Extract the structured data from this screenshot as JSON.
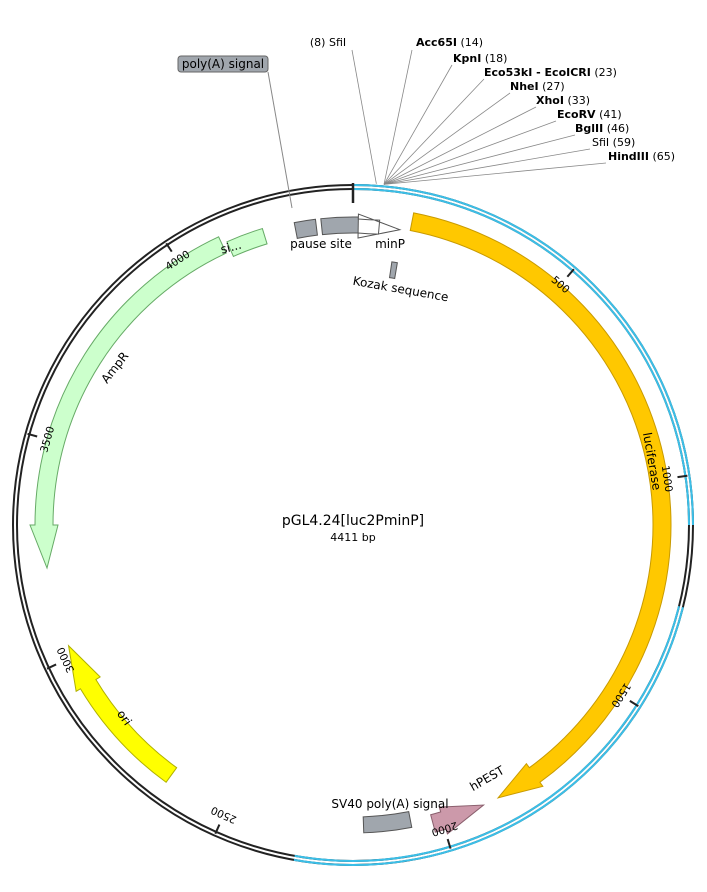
{
  "plasmid": {
    "name": "pGL4.24[luc2PminP]",
    "length_label": "4411 bp",
    "total_bp": 4411
  },
  "colors": {
    "backbone": "#222222",
    "highlight": "#3bbfe8",
    "luciferase": "#ffc800",
    "ampr": "#ccffcc",
    "ori": "#ffff00",
    "hpest": "#cc99aa",
    "grey_feature": "#a0a6ad",
    "leader": "#888888"
  },
  "ticks": [
    {
      "bp": 500,
      "label": "500"
    },
    {
      "bp": 1000,
      "label": "1000"
    },
    {
      "bp": 1500,
      "label": "1500"
    },
    {
      "bp": 2000,
      "label": "2000"
    },
    {
      "bp": 2500,
      "label": "2500"
    },
    {
      "bp": 3000,
      "label": "3000"
    },
    {
      "bp": 3500,
      "label": "3500"
    },
    {
      "bp": 4000,
      "label": "4000"
    }
  ],
  "sites": [
    {
      "name": "SfiI",
      "pos": "(8)",
      "bold": false,
      "bp": 8
    },
    {
      "name": "Acc65I",
      "pos": "(14)",
      "bold": true,
      "bp": 14
    },
    {
      "name": "KpnI",
      "pos": "(18)",
      "bold": true,
      "bp": 18
    },
    {
      "name": "Eco53kI - EcoICRI",
      "pos": "(23)",
      "bold": true,
      "bp": 23
    },
    {
      "name": "NheI",
      "pos": "(27)",
      "bold": true,
      "bp": 27
    },
    {
      "name": "XhoI",
      "pos": "(33)",
      "bold": true,
      "bp": 33
    },
    {
      "name": "EcoRV",
      "pos": "(41)",
      "bold": true,
      "bp": 41
    },
    {
      "name": "BglII",
      "pos": "(46)",
      "bold": true,
      "bp": 46
    },
    {
      "name": "SfiI",
      "pos": "(59)",
      "bold": false,
      "bp": 59
    },
    {
      "name": "HindIII",
      "pos": "(65)",
      "bold": true,
      "bp": 65
    }
  ],
  "features": {
    "luciferase": "luciferase",
    "hpest": "hPEST",
    "sv40": "SV40 poly(A) signal",
    "ori": "ori",
    "ampr": "AmpR",
    "si": "si...",
    "pause": "pause site",
    "polya": "poly(A) signal",
    "minp": "minP",
    "kozak": "Kozak sequence"
  }
}
